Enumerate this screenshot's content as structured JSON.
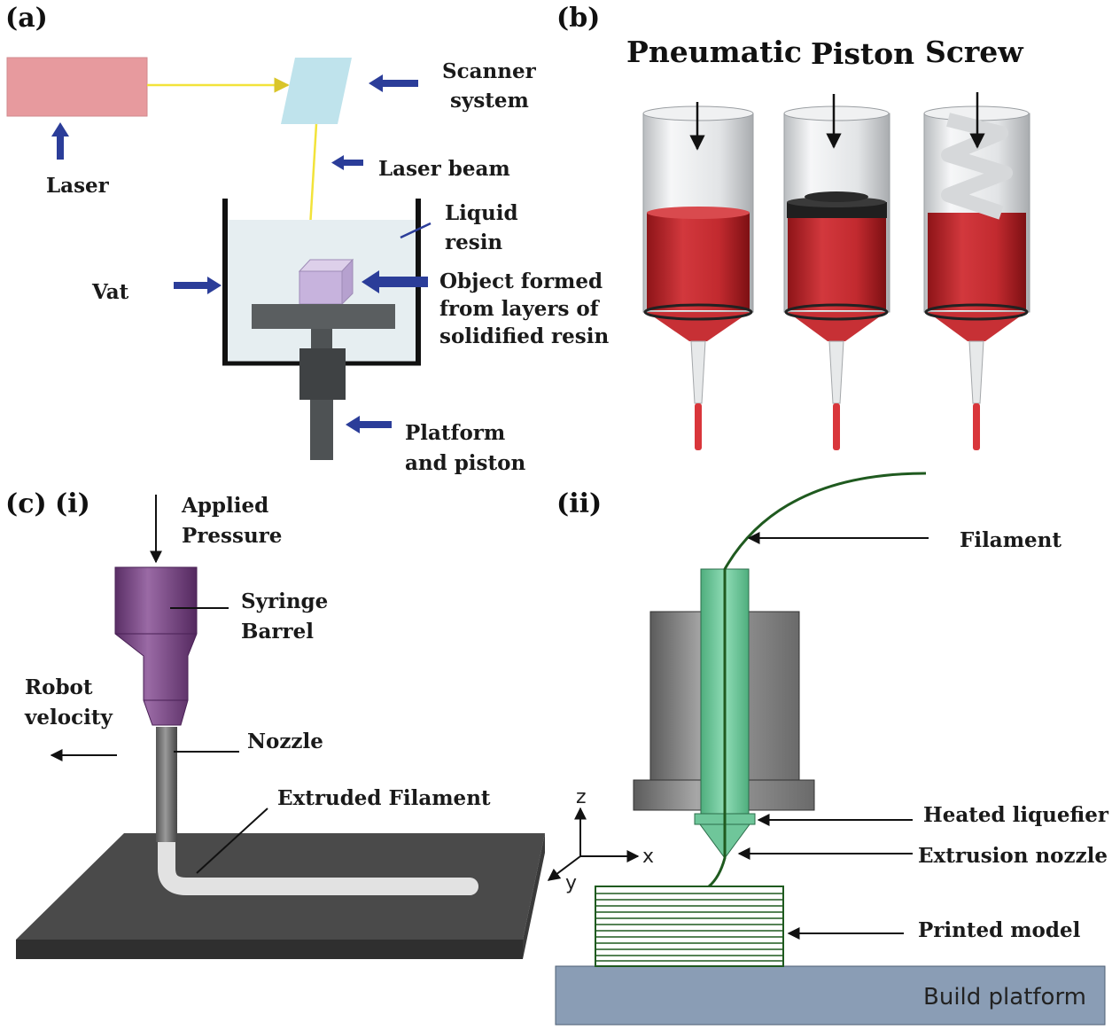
{
  "panel_a": {
    "tag": "(a)",
    "laser": "Laser",
    "scanner_1": "Scanner",
    "scanner_2": "system",
    "laser_beam": "Laser beam",
    "liquid_1": "Liquid",
    "liquid_2": "resin",
    "vat": "Vat",
    "object_1": "Object formed",
    "object_2": "from layers of",
    "object_3": "solidified resin",
    "platform_1": "Platform",
    "platform_2": "and piston",
    "colors": {
      "laser_box": "#e79a9e",
      "scanner": "#bfe3ec",
      "beam": "#f2e33a",
      "arrow": "#2b3d99",
      "object": "#c7b3dd",
      "platform": "#5a5e60",
      "resin": "#e6eef1"
    }
  },
  "panel_b": {
    "tag": "(b)",
    "pneumatic": "Pneumatic",
    "piston": "Piston",
    "screw": "Screw",
    "colors": {
      "fluid": "#c8262b",
      "barrel": "#e8eaec"
    }
  },
  "panel_c": {
    "tag": "(c)",
    "sub_i": "(i)",
    "applied_1": "Applied",
    "applied_2": "Pressure",
    "syringe_1": "Syringe",
    "syringe_2": "Barrel",
    "robot_1": "Robot",
    "robot_2": "velocity",
    "nozzle": "Nozzle",
    "extruded": "Extruded Filament",
    "colors": {
      "barrel": "#7b4a86",
      "plate": "#4a4a4a",
      "filament": "#e8e8e8"
    }
  },
  "panel_ii": {
    "tag": "(ii)",
    "filament": "Filament",
    "heated": "Heated liquefier",
    "extrusion": "Extrusion  nozzle",
    "printed": "Printed  model",
    "build": "Build platform",
    "axis_z": "z",
    "axis_x": "x",
    "axis_y": "y",
    "colors": {
      "filament": "#1f5a1f",
      "liquefier": "#6fc69a",
      "block": "#888888",
      "platform": "#8a9db5"
    }
  }
}
